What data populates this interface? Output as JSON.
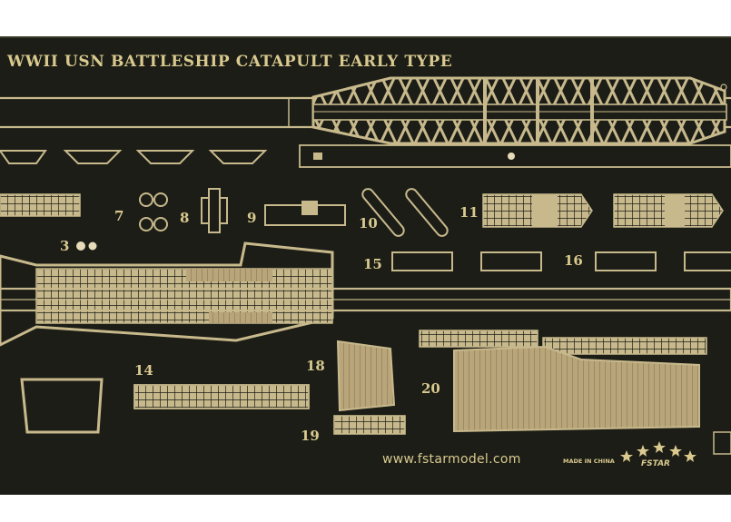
{
  "title": "WWII USN BATTLESHIP CATAPULT EARLY TYPE",
  "part_numbers": {
    "n3": "3",
    "n7": "7",
    "n8": "8",
    "n9": "9",
    "n10": "10",
    "n11": "11",
    "n14": "14",
    "n15": "15",
    "n16": "16",
    "n18": "18",
    "n19": "19",
    "n20": "20"
  },
  "website": "www.fstarmodel.com",
  "made_in": "MADE IN CHINA",
  "brand": "FSTAR",
  "colors": {
    "background": "#ffffff",
    "fret": "#1b1d16",
    "brass": "#c8b98c",
    "brass_light": "#e6dcb8",
    "brass_dark": "#a89466",
    "text": "#d9c98f"
  }
}
